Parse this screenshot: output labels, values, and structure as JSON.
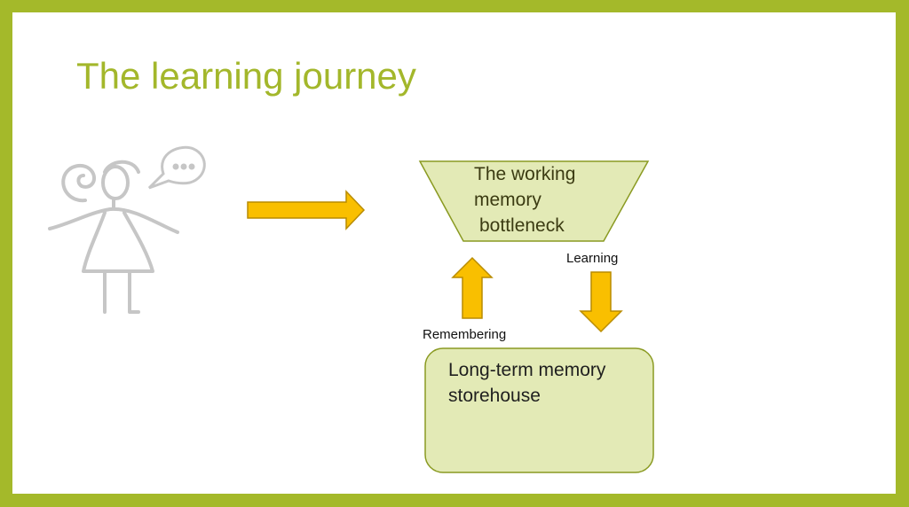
{
  "slide": {
    "title": "The learning journey",
    "colors": {
      "frame": "#a4b92a",
      "title": "#a3b72b",
      "box_fill": "#e3eab6",
      "box_stroke": "#8a9a22",
      "arrow_fill": "#f9bf00",
      "arrow_stroke": "#b98c00",
      "sketch": "#c6c6c6"
    }
  },
  "diagram": {
    "funnel": {
      "line1": "The working",
      "line2": "memory",
      "line3": "bottleneck"
    },
    "learning_label": "Learning",
    "remembering_label": "Remembering",
    "storehouse": {
      "line1": "Long-term memory",
      "line2": "storehouse"
    },
    "icons": {
      "person": "thinking-person-icon",
      "speech": "speech-bubble-icon"
    }
  }
}
